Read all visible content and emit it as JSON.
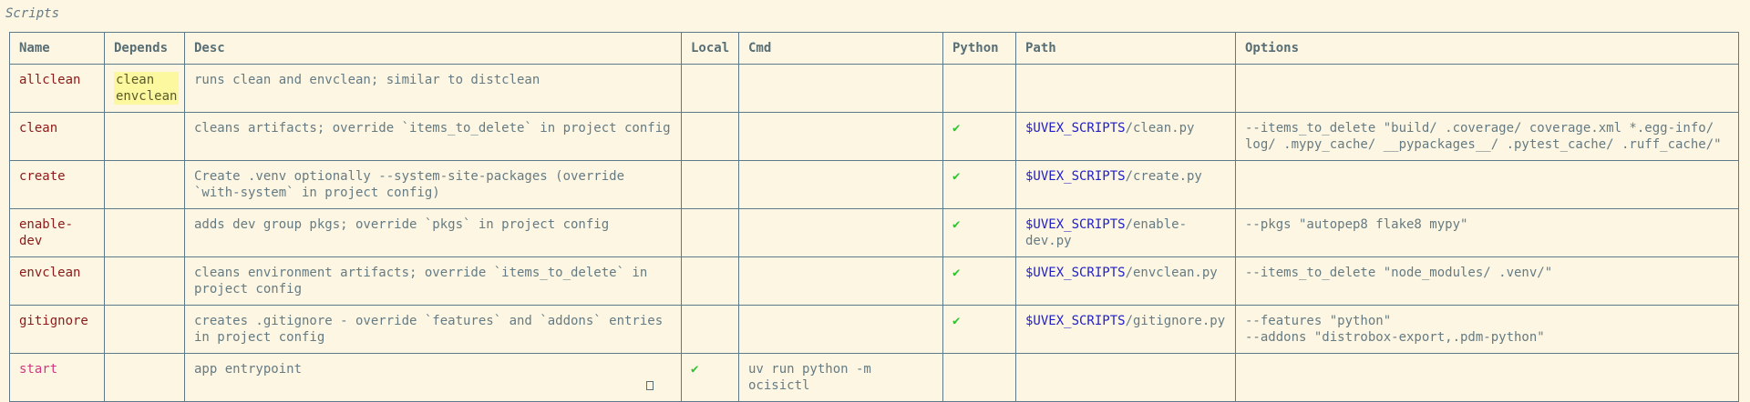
{
  "section_title": "Scripts",
  "columns": {
    "name": "Name",
    "depends": "Depends",
    "desc": "Desc",
    "local": "Local",
    "cmd": "Cmd",
    "python": "Python",
    "path": "Path",
    "options": "Options"
  },
  "check_glyph": "✔",
  "path_prefix": "$UVEX_SCRIPTS",
  "rows": [
    {
      "name": "allclean",
      "depends": [
        "clean",
        "envclean"
      ],
      "desc": "runs clean and envclean; similar to distclean",
      "local": "",
      "cmd": "",
      "python": false,
      "path_file": "",
      "options": []
    },
    {
      "name": "clean",
      "depends": [],
      "desc": "cleans artifacts; override `items_to_delete` in project config",
      "local": "",
      "cmd": "",
      "python": true,
      "path_file": "/clean.py",
      "options": [
        "--items_to_delete \"build/ .coverage/ coverage.xml *.egg-info/ log/ .mypy_cache/ __pypackages__/ .pytest_cache/ .ruff_cache/\""
      ]
    },
    {
      "name": "create",
      "depends": [],
      "desc": "Create .venv optionally --system-site-packages (override `with-system` in project config)",
      "local": "",
      "cmd": "",
      "python": true,
      "path_file": "/create.py",
      "options": []
    },
    {
      "name": "enable-dev",
      "depends": [],
      "desc": "adds dev group pkgs; override `pkgs` in project config",
      "local": "",
      "cmd": "",
      "python": true,
      "path_file": "/enable-dev.py",
      "options": [
        "--pkgs \"autopep8 flake8 mypy\""
      ]
    },
    {
      "name": "envclean",
      "depends": [],
      "desc": "cleans environment artifacts; override `items_to_delete` in project config",
      "local": "",
      "cmd": "",
      "python": true,
      "path_file": "/envclean.py",
      "options": [
        "--items_to_delete \"node_modules/ .venv/\""
      ]
    },
    {
      "name": "gitignore",
      "depends": [],
      "desc": "creates .gitignore - override `features` and `addons` entries in project config",
      "local": "",
      "cmd": "",
      "python": true,
      "path_file": "/gitignore.py",
      "options": [
        "--features \"python\"",
        "--addons \"distrobox-export,.pdm-python\""
      ]
    },
    {
      "name": "start",
      "depends": [],
      "desc": "app entrypoint",
      "local": "✔",
      "cmd": "uv run python -m ocisictl",
      "python": false,
      "path_file": "",
      "options": []
    }
  ]
}
